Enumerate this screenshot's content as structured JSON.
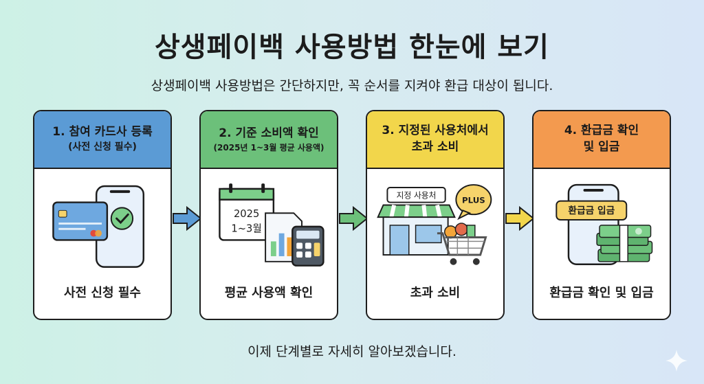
{
  "title": "상생페이백 사용방법 한눈에 보기",
  "subtitle": "상생페이백 사용방법은 간단하지만, 꼭 순서를 지켜야 환급 대상이 됩니다.",
  "steps": [
    {
      "heading": "1. 참여 카드사 등록",
      "sub": "(사전 신청 필수)",
      "caption": "사전 신청 필수",
      "color": "#5b9bd5",
      "icon": "phone-card-check-icon"
    },
    {
      "heading": "2. 기준 소비액 확인",
      "sub": "(2025년 1~3월 평균 사용액)",
      "caption": "평균 사용액 확인",
      "color": "#6cc07a",
      "icon": "calendar-chart-calculator-icon",
      "calendar_year": "2025",
      "calendar_months": "1~3월"
    },
    {
      "heading": "3. 지정된 사용처에서",
      "sub": "초과 소비",
      "caption": "초과 소비",
      "color": "#f2d64b",
      "icon": "store-cart-icon",
      "store_sign": "지정 사용처",
      "bubble": "PLUS"
    },
    {
      "heading": "4. 환급금 확인",
      "sub": "및 입금",
      "caption": "환급금 확인 및 입금",
      "color": "#f39a4f",
      "icon": "phone-money-icon",
      "badge": "환급금 입금"
    }
  ],
  "arrow_colors": [
    "#5b9bd5",
    "#6cc07a",
    "#f2d64b"
  ],
  "footer": "이제 단계별로 자세히 알아보겠습니다."
}
